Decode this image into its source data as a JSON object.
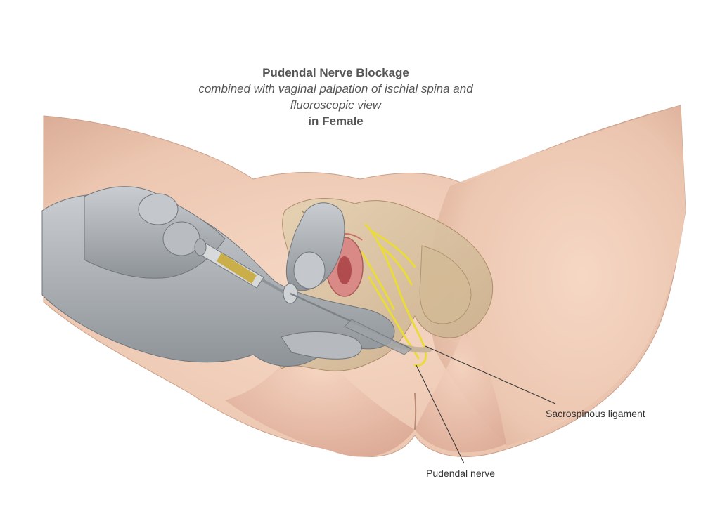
{
  "title": {
    "main": "Pudendal Nerve Blockage",
    "sub_line1": "combined with vaginal palpation of ischial spina  and",
    "sub_line2": "fluoroscopic view",
    "footer": "in Female"
  },
  "labels": {
    "sacrospinous": "Sacrospinous ligament",
    "pudendal": "Pudendal nerve"
  },
  "colors": {
    "skin": "#f0cdb8",
    "skin_shadow": "#dcae98",
    "bone": "#dbc3a2",
    "glove": "#9ea3a8",
    "glove_light": "#c4c8cc",
    "nerve": "#e9dc3a",
    "mucosa": "#d98a86",
    "syringe_fluid": "#c9a93a"
  }
}
